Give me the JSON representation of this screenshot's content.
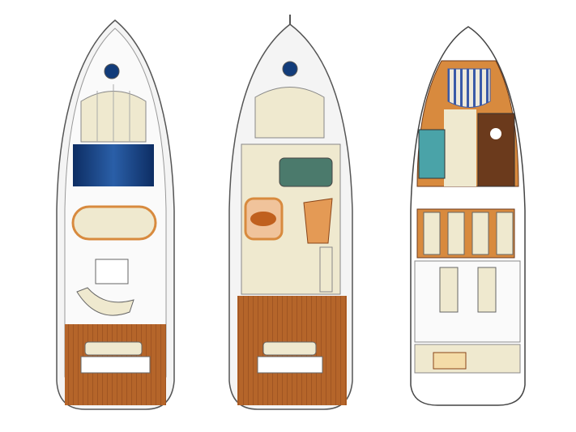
{
  "figure": {
    "panels": [
      {
        "view": "flybridge-deck-plan"
      },
      {
        "view": "main-deck-plan"
      },
      {
        "view": "lower-deck-plan"
      }
    ],
    "colors": {
      "hull_outline": "#555555",
      "hull_fill": "#f4f4f4",
      "teak_deck": "#b5652a",
      "wood_trim": "#d88a3e",
      "navy_canvas": "#123c7a",
      "cream_upholstery": "#efe9cf",
      "teal_bath": "#4aa3a8",
      "dark_wood": "#6b3a1c",
      "stripe_blue": "#3a5aa8"
    }
  }
}
